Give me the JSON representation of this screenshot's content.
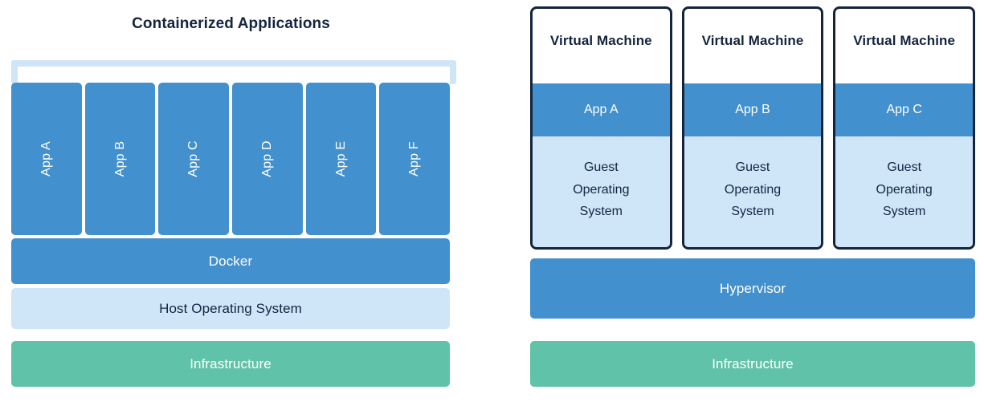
{
  "containers": {
    "title": "Containerized Applications",
    "apps": [
      {
        "label": "App A"
      },
      {
        "label": "App B"
      },
      {
        "label": "App C"
      },
      {
        "label": "App D"
      },
      {
        "label": "App E"
      },
      {
        "label": "App F"
      }
    ],
    "layers": [
      {
        "label": "Docker",
        "style": "blue"
      },
      {
        "label": "Host Operating System",
        "style": "lightblue"
      },
      {
        "label": "Infrastructure",
        "style": "green"
      }
    ]
  },
  "virtual_machines": {
    "boxes": [
      {
        "header": "Virtual Machine",
        "app": "App A",
        "guest_os": "Guest\nOperating\nSystem"
      },
      {
        "header": "Virtual Machine",
        "app": "App B",
        "guest_os": "Guest\nOperating\nSystem"
      },
      {
        "header": "Virtual Machine",
        "app": "App C",
        "guest_os": "Guest\nOperating\nSystem"
      }
    ],
    "layers": [
      {
        "label": "Hypervisor",
        "style": "blue"
      },
      {
        "label": "Infrastructure",
        "style": "green"
      }
    ]
  },
  "colors": {
    "blue": "#4390ce",
    "light_blue": "#cfe5f8",
    "green": "#60c3a9",
    "dark_navy": "#14243d",
    "white": "#ffffff"
  }
}
